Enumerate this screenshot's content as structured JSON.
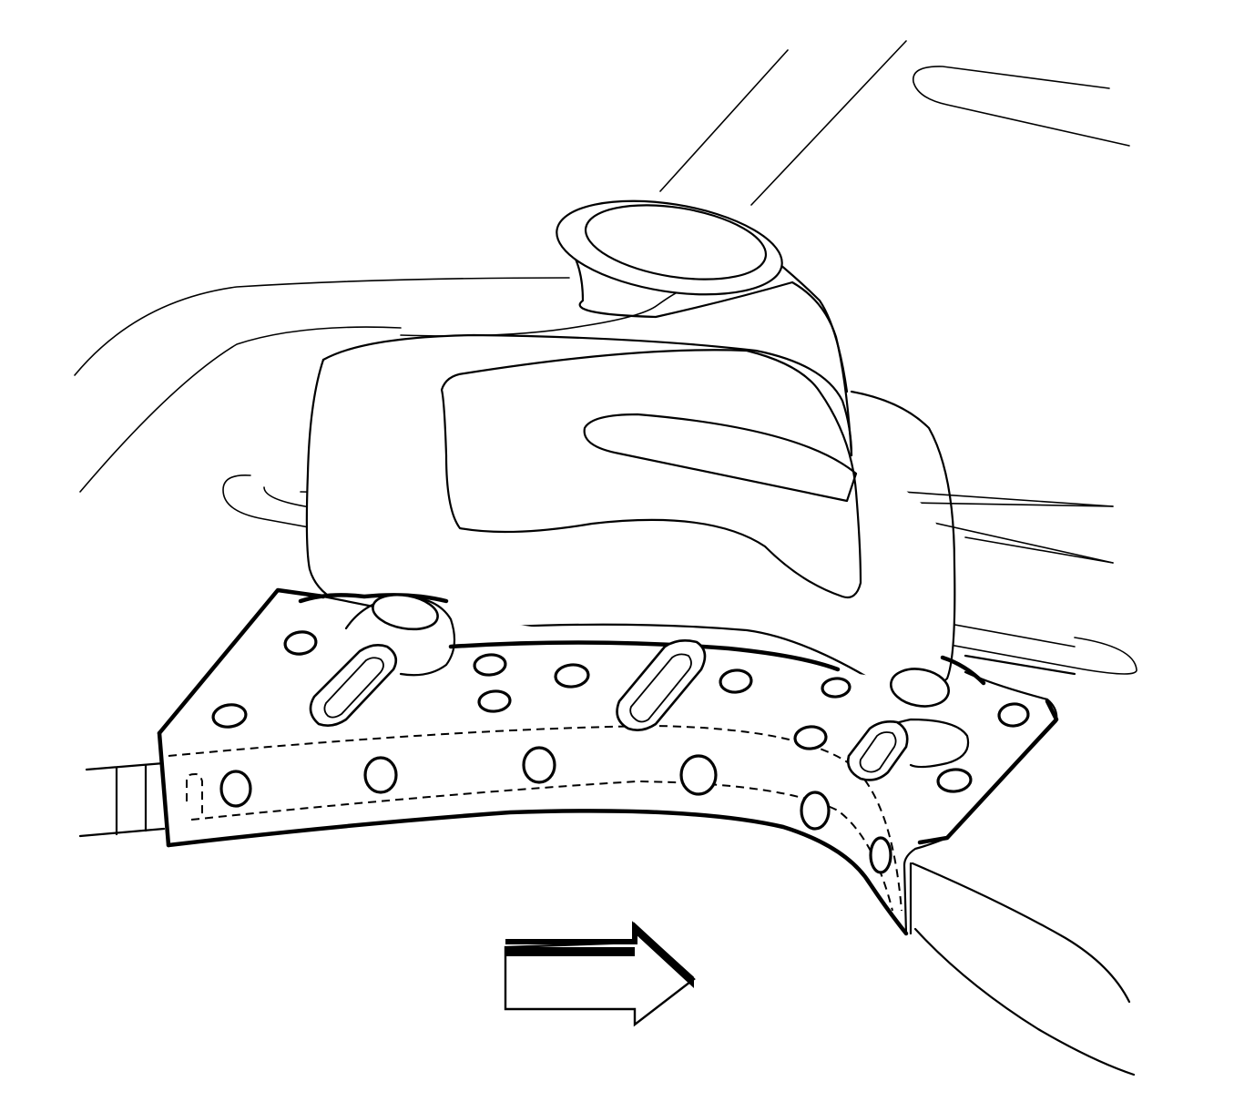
{
  "figure": {
    "kind": "technical-line-illustration",
    "subject": "bracket-with-welded-studs-and-boot",
    "colors": {
      "line": "#000000",
      "background": "#ffffff"
    },
    "icons": [
      "direction-arrow-icon"
    ],
    "direction_arrow": {
      "direction": "right"
    }
  }
}
